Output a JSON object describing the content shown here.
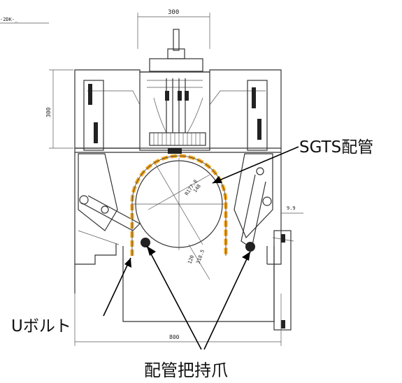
{
  "header": {
    "drawing_code": "-2DK-_"
  },
  "dimensions": {
    "top_width": "300",
    "left_height": "300",
    "bottom_width": "800",
    "gap": "9.9",
    "radius_outer": "R177.8",
    "radius_inner": "148",
    "lower_a": "318.5",
    "lower_b": "120"
  },
  "callouts": {
    "sgts_pipe": "SGTS配管",
    "u_bolt": "Uボルト",
    "pipe_gripper": "配管把持爪"
  },
  "colors": {
    "u_bolt_highlight": "#f2a51c",
    "line": "#333333",
    "callout_text": "#111111"
  }
}
